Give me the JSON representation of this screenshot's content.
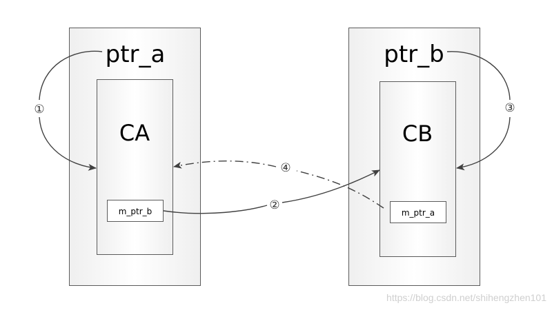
{
  "blocks": {
    "a": {
      "pointer": "ptr_a",
      "object": "CA",
      "member": "m_ptr_b"
    },
    "b": {
      "pointer": "ptr_b",
      "object": "CB",
      "member": "m_ptr_a"
    }
  },
  "steps": {
    "one": "①",
    "two": "②",
    "three": "③",
    "four": "④"
  },
  "watermark": "https://blog.csdn.net/shihengzhen101"
}
